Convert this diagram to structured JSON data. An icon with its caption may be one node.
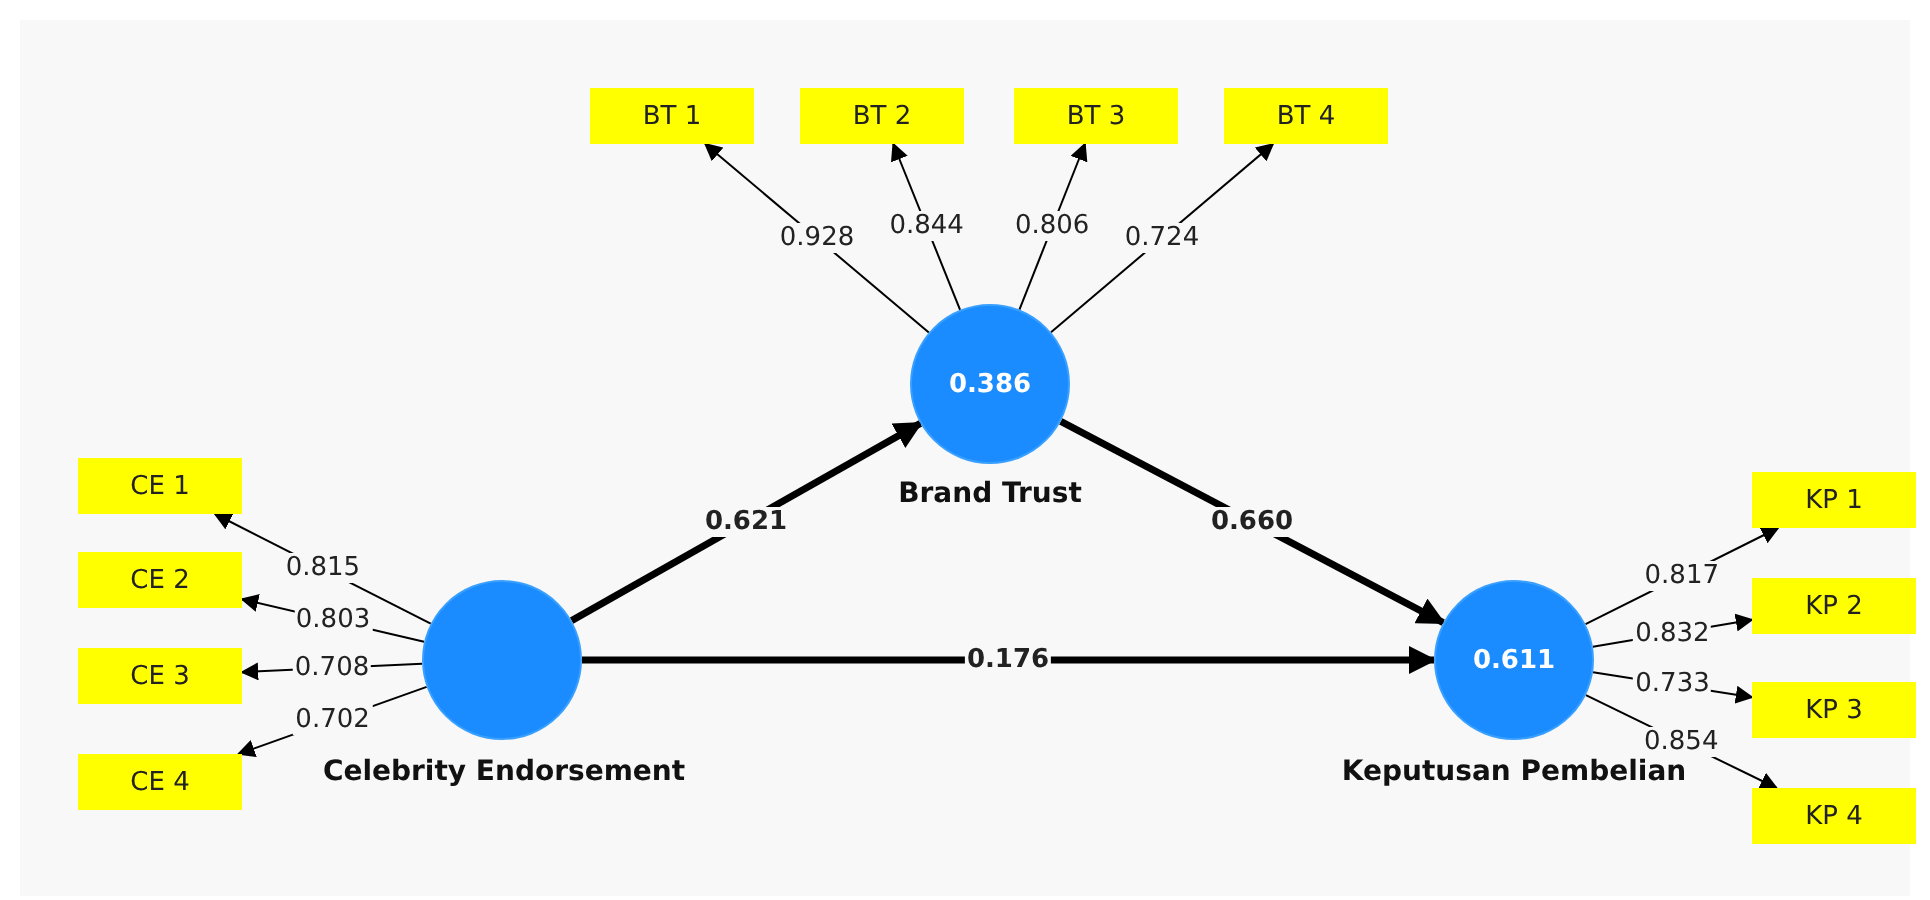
{
  "diagram": {
    "nodes": [
      {
        "text": [
          "BT 1"
        ]
      },
      {
        "text": [
          "BT 2"
        ]
      },
      {
        "text": [
          "BT 3"
        ]
      },
      {
        "text": [
          "BT 4"
        ]
      },
      {
        "text": [
          "0.386"
        ],
        "beside": [
          "Brand Trust"
        ]
      },
      {
        "text": [
          "CE 1"
        ]
      },
      {
        "text": [
          "CE 2"
        ]
      },
      {
        "text": [
          "CE 3"
        ]
      },
      {
        "text": [
          "CE 4"
        ]
      },
      {
        "text": [],
        "shape": "circle",
        "beside": [
          "Celebrity Endorsement"
        ]
      },
      {
        "text": [
          "0.611"
        ],
        "beside": [
          "Keputusan Pembelian"
        ]
      },
      {
        "text": [
          "KP 1"
        ]
      },
      {
        "text": [
          "KP 2"
        ]
      },
      {
        "text": [
          "KP 3"
        ]
      },
      {
        "text": [
          "KP 4"
        ]
      }
    ],
    "edges": [
      {
        "from": 4,
        "to": 0,
        "arrow": "to",
        "label": "0.928"
      },
      {
        "from": 4,
        "to": 1,
        "arrow": "to",
        "label": "0.844"
      },
      {
        "from": 4,
        "to": 2,
        "arrow": "to",
        "label": "0.806"
      },
      {
        "from": 4,
        "to": 3,
        "arrow": "to",
        "label": "0.724"
      },
      {
        "from": 9,
        "to": 5,
        "arrow": "to",
        "label": "0.815"
      },
      {
        "from": 9,
        "to": 6,
        "arrow": "to",
        "label": "0.803"
      },
      {
        "from": 9,
        "to": 7,
        "arrow": "to",
        "label": "0.708"
      },
      {
        "from": 9,
        "to": 8,
        "arrow": "to",
        "label": "0.702"
      },
      {
        "from": 9,
        "to": 4,
        "arrow": "to",
        "label": "0.621",
        "style": "thick"
      },
      {
        "from": 4,
        "to": 10,
        "arrow": "to",
        "label": "0.660",
        "style": "thick"
      },
      {
        "from": 9,
        "to": 10,
        "arrow": "to",
        "label": "0.176",
        "style": "thick"
      },
      {
        "from": 10,
        "to": 11,
        "arrow": "to",
        "label": "0.817"
      },
      {
        "from": 10,
        "to": 12,
        "arrow": "to",
        "label": "0.832"
      },
      {
        "from": 10,
        "to": 13,
        "arrow": "to",
        "label": "0.733"
      },
      {
        "from": 10,
        "to": 14,
        "arrow": "to",
        "label": "0.854"
      }
    ]
  }
}
